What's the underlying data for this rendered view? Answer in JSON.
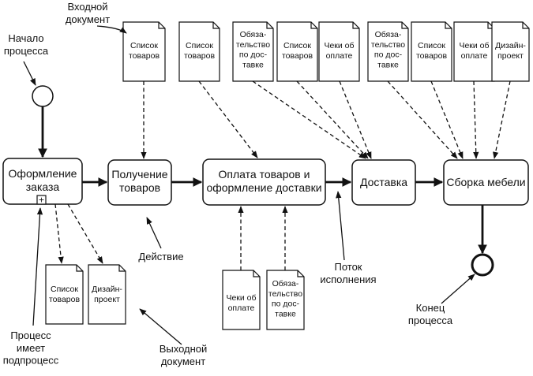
{
  "tasks": {
    "order": "Оформление\nзаказа",
    "receive": "Получение\nтоваров",
    "payment": "Оплата товаров и\nоформление доставки",
    "delivery": "Доставка",
    "assembly": "Сборка мебели"
  },
  "docs": {
    "goods_list": "Список\nтоваров",
    "obligation": "Обяза-\nтельство\nпо дос-\nтавке",
    "payment_checks": "Чеки об\nоплате",
    "design_project": "Дизайн-\nпроект"
  },
  "callouts": {
    "process_start": "Начало\nпроцесса",
    "input_document": "Входной\nдокумент",
    "action": "Действие",
    "flow": "Поток\nисполнения",
    "process_end": "Конец\nпроцесса",
    "has_subprocess": "Процесс\nимеет\nподпроцесс",
    "output_document": "Выходной\nдокумент"
  },
  "subprocess_marker": "+"
}
